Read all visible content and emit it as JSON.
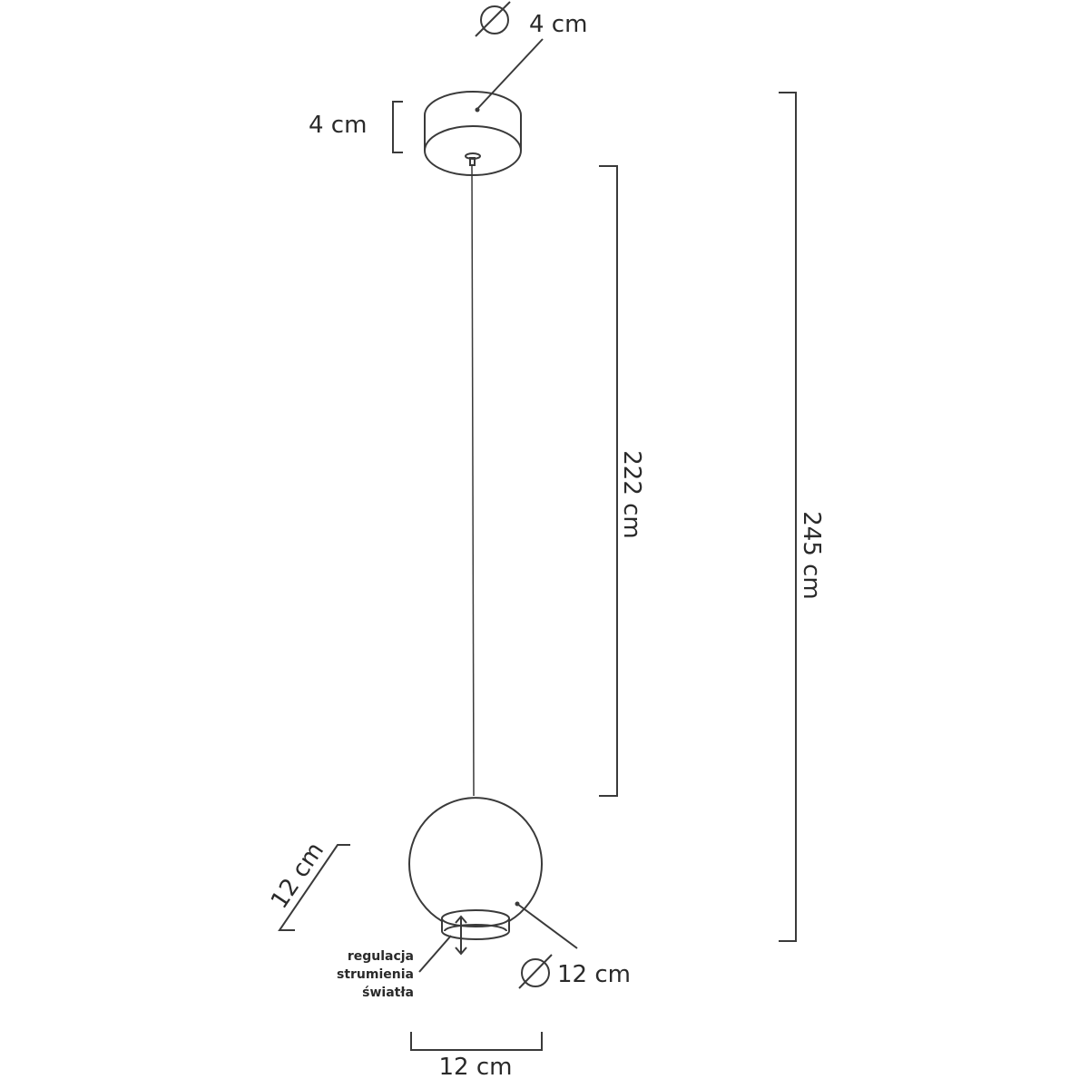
{
  "canopy": {
    "diameter_label": "4 cm",
    "height_label": "4 cm"
  },
  "cable": {
    "length_label": "222 cm"
  },
  "total": {
    "height_label": "245 cm"
  },
  "globe": {
    "diameter_label": "12 cm",
    "height_label": "12 cm",
    "width_label": "12 cm",
    "adjust_label": [
      "regulacja",
      "strumienia",
      "światła"
    ]
  },
  "icons": {
    "diameter": "diameter-symbol-icon",
    "adjust": "double-arrow-icon"
  },
  "colors": {
    "line": "#3a3a3a",
    "text": "#2a2a2a",
    "background": "#ffffff"
  }
}
